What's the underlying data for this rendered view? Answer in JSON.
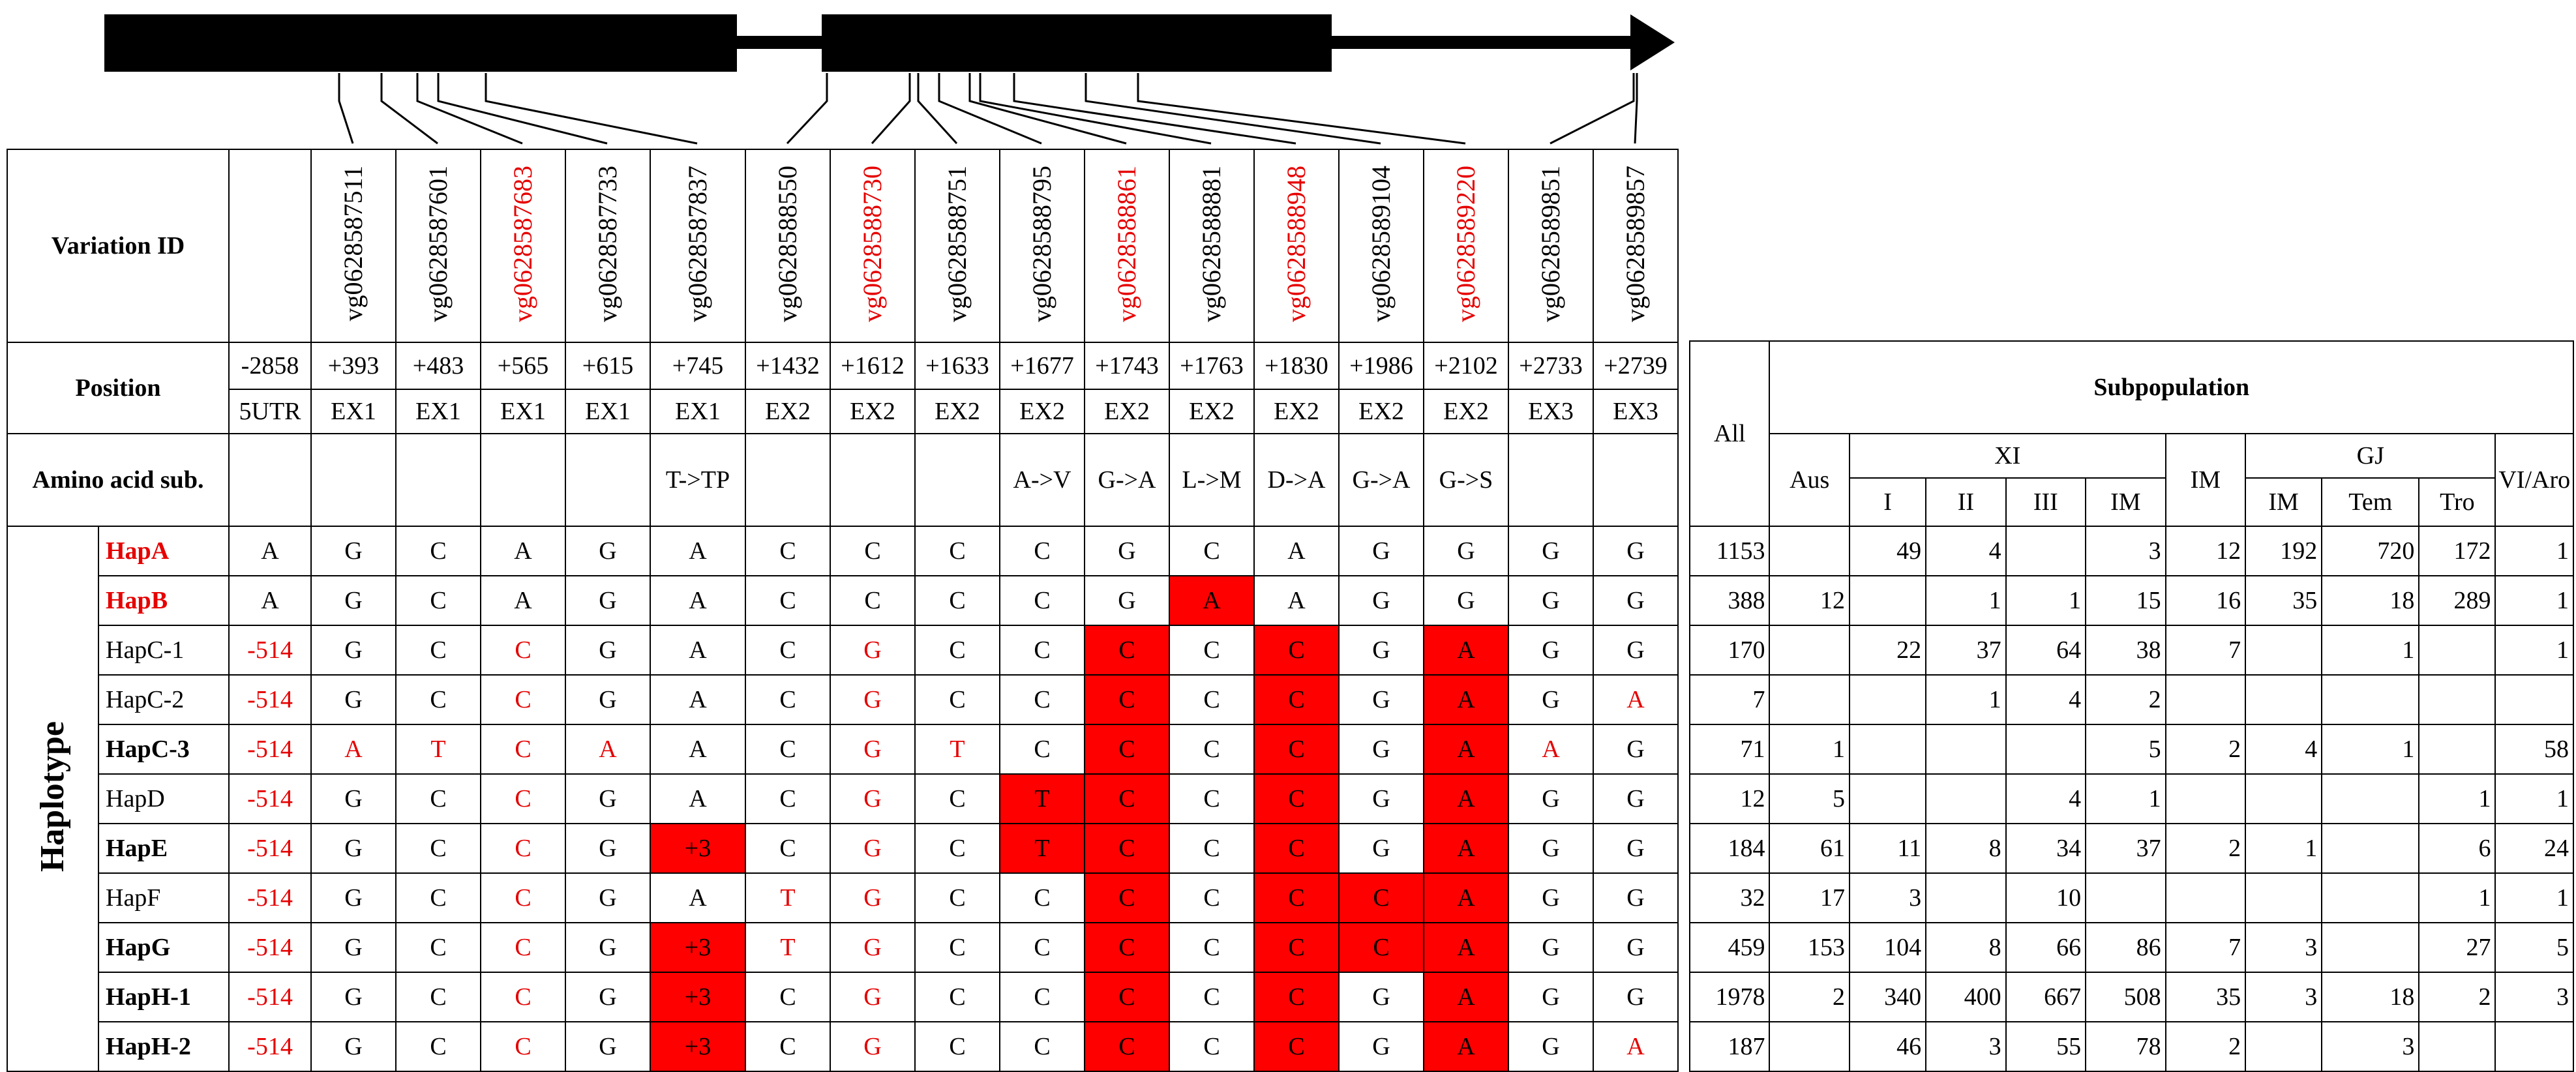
{
  "labels": {
    "variation_id": "Variation ID",
    "position": "Position",
    "amino_acid_sub": "Amino acid sub.",
    "haplotype": "Haplotype"
  },
  "variants": [
    {
      "id": "",
      "pos": "-2858",
      "region": "5UTR",
      "aa": "",
      "red": false
    },
    {
      "id": "vg0628587511",
      "pos": "+393",
      "region": "EX1",
      "aa": "",
      "red": false
    },
    {
      "id": "vg0628587601",
      "pos": "+483",
      "region": "EX1",
      "aa": "",
      "red": false
    },
    {
      "id": "vg0628587683",
      "pos": "+565",
      "region": "EX1",
      "aa": "",
      "red": true
    },
    {
      "id": "vg0628587733",
      "pos": "+615",
      "region": "EX1",
      "aa": "",
      "red": false
    },
    {
      "id": "vg0628587837",
      "pos": "+745",
      "region": "EX1",
      "aa": "T->TP",
      "red": false
    },
    {
      "id": "vg0628588550",
      "pos": "+1432",
      "region": "EX2",
      "aa": "",
      "red": false
    },
    {
      "id": "vg0628588730",
      "pos": "+1612",
      "region": "EX2",
      "aa": "",
      "red": true
    },
    {
      "id": "vg0628588751",
      "pos": "+1633",
      "region": "EX2",
      "aa": "",
      "red": false
    },
    {
      "id": "vg0628588795",
      "pos": "+1677",
      "region": "EX2",
      "aa": "A->V",
      "red": false
    },
    {
      "id": "vg0628588861",
      "pos": "+1743",
      "region": "EX2",
      "aa": "G->A",
      "red": true
    },
    {
      "id": "vg0628588881",
      "pos": "+1763",
      "region": "EX2",
      "aa": "L->M",
      "red": false
    },
    {
      "id": "vg0628588948",
      "pos": "+1830",
      "region": "EX2",
      "aa": "D->A",
      "red": true
    },
    {
      "id": "vg0628589104",
      "pos": "+1986",
      "region": "EX2",
      "aa": "G->A",
      "red": false
    },
    {
      "id": "vg0628589220",
      "pos": "+2102",
      "region": "EX2",
      "aa": "G->S",
      "red": true
    },
    {
      "id": "vg0628589851",
      "pos": "+2733",
      "region": "EX3",
      "aa": "",
      "red": false
    },
    {
      "id": "vg0628589857",
      "pos": "+2739",
      "region": "EX3",
      "aa": "",
      "red": false
    }
  ],
  "haplotypes": [
    {
      "name": "HapA",
      "bold": true,
      "red": true,
      "cells": [
        "A",
        "G",
        "C",
        "A",
        "G",
        "A",
        "C",
        "C",
        "C",
        "C",
        "G",
        "C",
        "A",
        "G",
        "G",
        "G",
        "G"
      ],
      "marks": [
        0,
        0,
        0,
        0,
        0,
        0,
        0,
        0,
        0,
        0,
        0,
        0,
        0,
        0,
        0,
        0,
        0
      ]
    },
    {
      "name": "HapB",
      "bold": true,
      "red": true,
      "cells": [
        "A",
        "G",
        "C",
        "A",
        "G",
        "A",
        "C",
        "C",
        "C",
        "C",
        "G",
        "A",
        "A",
        "G",
        "G",
        "G",
        "G"
      ],
      "marks": [
        0,
        0,
        0,
        0,
        0,
        0,
        0,
        0,
        0,
        0,
        0,
        2,
        0,
        0,
        0,
        0,
        0
      ]
    },
    {
      "name": "HapC-1",
      "bold": false,
      "red": false,
      "cells": [
        "-514",
        "G",
        "C",
        "C",
        "G",
        "A",
        "C",
        "G",
        "C",
        "C",
        "C",
        "C",
        "C",
        "G",
        "A",
        "G",
        "G"
      ],
      "marks": [
        1,
        0,
        0,
        1,
        0,
        0,
        0,
        1,
        0,
        0,
        2,
        0,
        2,
        0,
        2,
        0,
        0
      ]
    },
    {
      "name": "HapC-2",
      "bold": false,
      "red": false,
      "cells": [
        "-514",
        "G",
        "C",
        "C",
        "G",
        "A",
        "C",
        "G",
        "C",
        "C",
        "C",
        "C",
        "C",
        "G",
        "A",
        "G",
        "A"
      ],
      "marks": [
        1,
        0,
        0,
        1,
        0,
        0,
        0,
        1,
        0,
        0,
        2,
        0,
        2,
        0,
        2,
        0,
        1
      ]
    },
    {
      "name": "HapC-3",
      "bold": true,
      "red": false,
      "cells": [
        "-514",
        "A",
        "T",
        "C",
        "A",
        "A",
        "C",
        "G",
        "T",
        "C",
        "C",
        "C",
        "C",
        "G",
        "A",
        "A",
        "G"
      ],
      "marks": [
        1,
        1,
        1,
        1,
        1,
        0,
        0,
        1,
        1,
        0,
        2,
        0,
        2,
        0,
        2,
        1,
        0
      ]
    },
    {
      "name": "HapD",
      "bold": false,
      "red": false,
      "cells": [
        "-514",
        "G",
        "C",
        "C",
        "G",
        "A",
        "C",
        "G",
        "C",
        "T",
        "C",
        "C",
        "C",
        "G",
        "A",
        "G",
        "G"
      ],
      "marks": [
        1,
        0,
        0,
        1,
        0,
        0,
        0,
        1,
        0,
        2,
        2,
        0,
        2,
        0,
        2,
        0,
        0
      ]
    },
    {
      "name": "HapE",
      "bold": true,
      "red": false,
      "cells": [
        "-514",
        "G",
        "C",
        "C",
        "G",
        "+3",
        "C",
        "G",
        "C",
        "T",
        "C",
        "C",
        "C",
        "G",
        "A",
        "G",
        "G"
      ],
      "marks": [
        1,
        0,
        0,
        1,
        0,
        2,
        0,
        1,
        0,
        2,
        2,
        0,
        2,
        0,
        2,
        0,
        0
      ]
    },
    {
      "name": "HapF",
      "bold": false,
      "red": false,
      "cells": [
        "-514",
        "G",
        "C",
        "C",
        "G",
        "A",
        "T",
        "G",
        "C",
        "C",
        "C",
        "C",
        "C",
        "C",
        "A",
        "G",
        "G"
      ],
      "marks": [
        1,
        0,
        0,
        1,
        0,
        0,
        1,
        1,
        0,
        0,
        2,
        0,
        2,
        2,
        2,
        0,
        0
      ]
    },
    {
      "name": "HapG",
      "bold": true,
      "red": false,
      "cells": [
        "-514",
        "G",
        "C",
        "C",
        "G",
        "+3",
        "T",
        "G",
        "C",
        "C",
        "C",
        "C",
        "C",
        "C",
        "A",
        "G",
        "G"
      ],
      "marks": [
        1,
        0,
        0,
        1,
        0,
        2,
        1,
        1,
        0,
        0,
        2,
        0,
        2,
        2,
        2,
        0,
        0
      ]
    },
    {
      "name": "HapH-1",
      "bold": true,
      "red": false,
      "cells": [
        "-514",
        "G",
        "C",
        "C",
        "G",
        "+3",
        "C",
        "G",
        "C",
        "C",
        "C",
        "C",
        "C",
        "G",
        "A",
        "G",
        "G"
      ],
      "marks": [
        1,
        0,
        0,
        1,
        0,
        2,
        0,
        1,
        0,
        0,
        2,
        0,
        2,
        0,
        2,
        0,
        0
      ]
    },
    {
      "name": "HapH-2",
      "bold": true,
      "red": false,
      "cells": [
        "-514",
        "G",
        "C",
        "C",
        "G",
        "+3",
        "C",
        "G",
        "C",
        "C",
        "C",
        "C",
        "C",
        "G",
        "A",
        "G",
        "A"
      ],
      "marks": [
        1,
        0,
        0,
        1,
        0,
        2,
        0,
        1,
        0,
        0,
        2,
        0,
        2,
        0,
        2,
        0,
        1
      ]
    }
  ],
  "subpopulation": {
    "all_label": "All",
    "title": "Subpopulation",
    "groups": {
      "aus": "Aus",
      "xi": "XI",
      "im": "IM",
      "gj": "GJ",
      "vi": "VI/Aro"
    },
    "xi_sub": [
      "I",
      "II",
      "III",
      "IM"
    ],
    "gj_sub": [
      "IM",
      "Tem",
      "Tro"
    ],
    "rows": [
      [
        "1153",
        "",
        "49",
        "4",
        "",
        "3",
        "12",
        "192",
        "720",
        "172",
        "1"
      ],
      [
        "388",
        "12",
        "",
        "1",
        "1",
        "15",
        "16",
        "35",
        "18",
        "289",
        "1"
      ],
      [
        "170",
        "",
        "22",
        "37",
        "64",
        "38",
        "7",
        "",
        "1",
        "",
        "1"
      ],
      [
        "7",
        "",
        "",
        "1",
        "4",
        "2",
        "",
        "",
        "",
        "",
        ""
      ],
      [
        "71",
        "1",
        "",
        "",
        "",
        "5",
        "2",
        "4",
        "1",
        "",
        "58"
      ],
      [
        "12",
        "5",
        "",
        "",
        "4",
        "1",
        "",
        "",
        "",
        "1",
        "1"
      ],
      [
        "184",
        "61",
        "11",
        "8",
        "34",
        "37",
        "2",
        "1",
        "",
        "6",
        "24"
      ],
      [
        "32",
        "17",
        "3",
        "",
        "10",
        "",
        "",
        "",
        "",
        "1",
        "1"
      ],
      [
        "459",
        "153",
        "104",
        "8",
        "66",
        "86",
        "7",
        "3",
        "",
        "27",
        "5"
      ],
      [
        "1978",
        "2",
        "340",
        "400",
        "667",
        "508",
        "35",
        "3",
        "18",
        "2",
        "3"
      ],
      [
        "187",
        "",
        "46",
        "3",
        "55",
        "78",
        "2",
        "",
        "3",
        "",
        ""
      ]
    ]
  },
  "colors": {
    "highlight": "#ff0000",
    "text_red": "#e60000",
    "line": "#000000"
  }
}
